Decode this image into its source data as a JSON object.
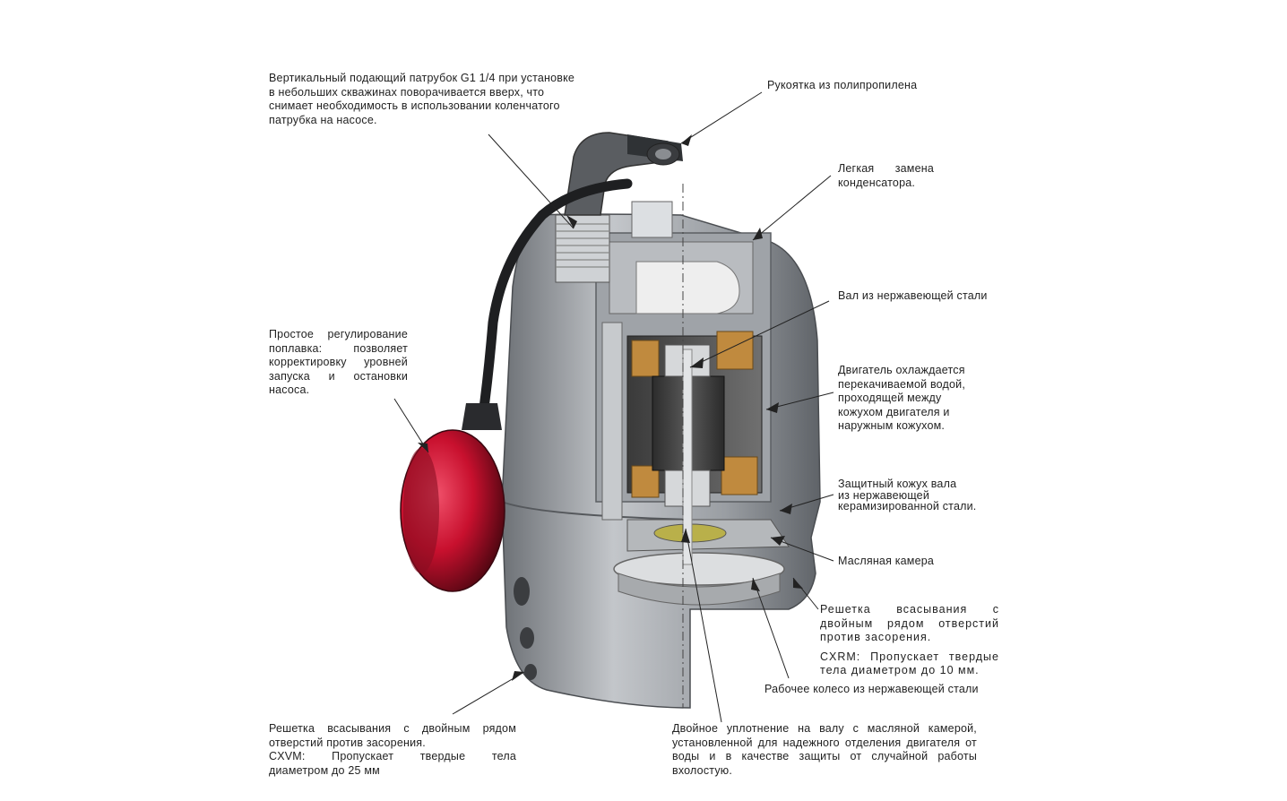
{
  "labels": {
    "outlet": [
      "Вертикальный подающий патрубок G1 1/4 при установке",
      "в небольших скважинах поворачивается вверх, что",
      "снимает необходимость в использовании коленчатого",
      "патрубка на насосе."
    ],
    "handle": [
      "Рукоятка из полипропилена"
    ],
    "capacitor": [
      "Легкая замена",
      "конденсатора."
    ],
    "shaft": [
      "Вал из нержавеющей стали"
    ],
    "float": [
      "Простое регулирование",
      "поплавка: позволяет",
      "корректировку уровней",
      "запуска и остановки",
      "насоса."
    ],
    "cooling": [
      "Двигатель охлаждается",
      "перекачиваемой водой,",
      "проходящей между",
      "кожухом двигателя и",
      "наружным кожухом."
    ],
    "shaft_cover": [
      "Защитный кожух вала",
      "из нержавеющей",
      "керамизированной стали."
    ],
    "oil": [
      "Масляная камера"
    ],
    "grid_cxrm": [
      "Решетка всасывания с",
      "двойным рядом отверстий",
      "против засорения.",
      "CXRM: Пропускает твердые",
      "тела диаметром до 10 мм."
    ],
    "impeller": [
      "Рабочее колесо из нержавеющей стали"
    ],
    "grid_cxvm": [
      "Решетка всасывания с двойным рядом",
      "отверстий против засорения.",
      "CXVM: Пропускает твердые тела",
      "диаметром до 25 мм"
    ],
    "seal": [
      "Двойное уплотнение на валу с масляной камерой,",
      "установленной для надежного отделения двигателя от",
      "воды и в качестве защиты от случайной работы",
      "вхолостую."
    ]
  },
  "colors": {
    "float_red": "#c8102e",
    "body_grey": "#8e9297",
    "winding_copper": "#c08a3e",
    "text": "#222222"
  }
}
